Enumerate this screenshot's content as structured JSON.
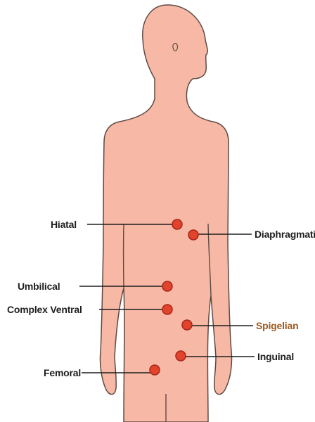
{
  "colors": {
    "skin": "#f7b9a6",
    "outline": "#5e4a44",
    "marker": "#e2432b",
    "marker_stroke": "#a8261a",
    "leader": "#1e1e1e",
    "label_default": "#1e1e1e",
    "label_highlight": "#a0591c"
  },
  "hernia_sites": [
    {
      "id": "hiatal",
      "label": "Hiatal",
      "side": "left",
      "highlight": false
    },
    {
      "id": "diaphragmatic",
      "label": "Diaphragmatic",
      "side": "right",
      "highlight": false
    },
    {
      "id": "umbilical",
      "label": "Umbilical",
      "side": "left",
      "highlight": false
    },
    {
      "id": "complex-ventral",
      "label": "Complex Ventral",
      "side": "left",
      "highlight": false
    },
    {
      "id": "spigelian",
      "label": "Spigelian",
      "side": "right",
      "highlight": true
    },
    {
      "id": "inguinal",
      "label": "Inguinal",
      "side": "right",
      "highlight": false
    },
    {
      "id": "femoral",
      "label": "Femoral",
      "side": "left",
      "highlight": false
    }
  ]
}
